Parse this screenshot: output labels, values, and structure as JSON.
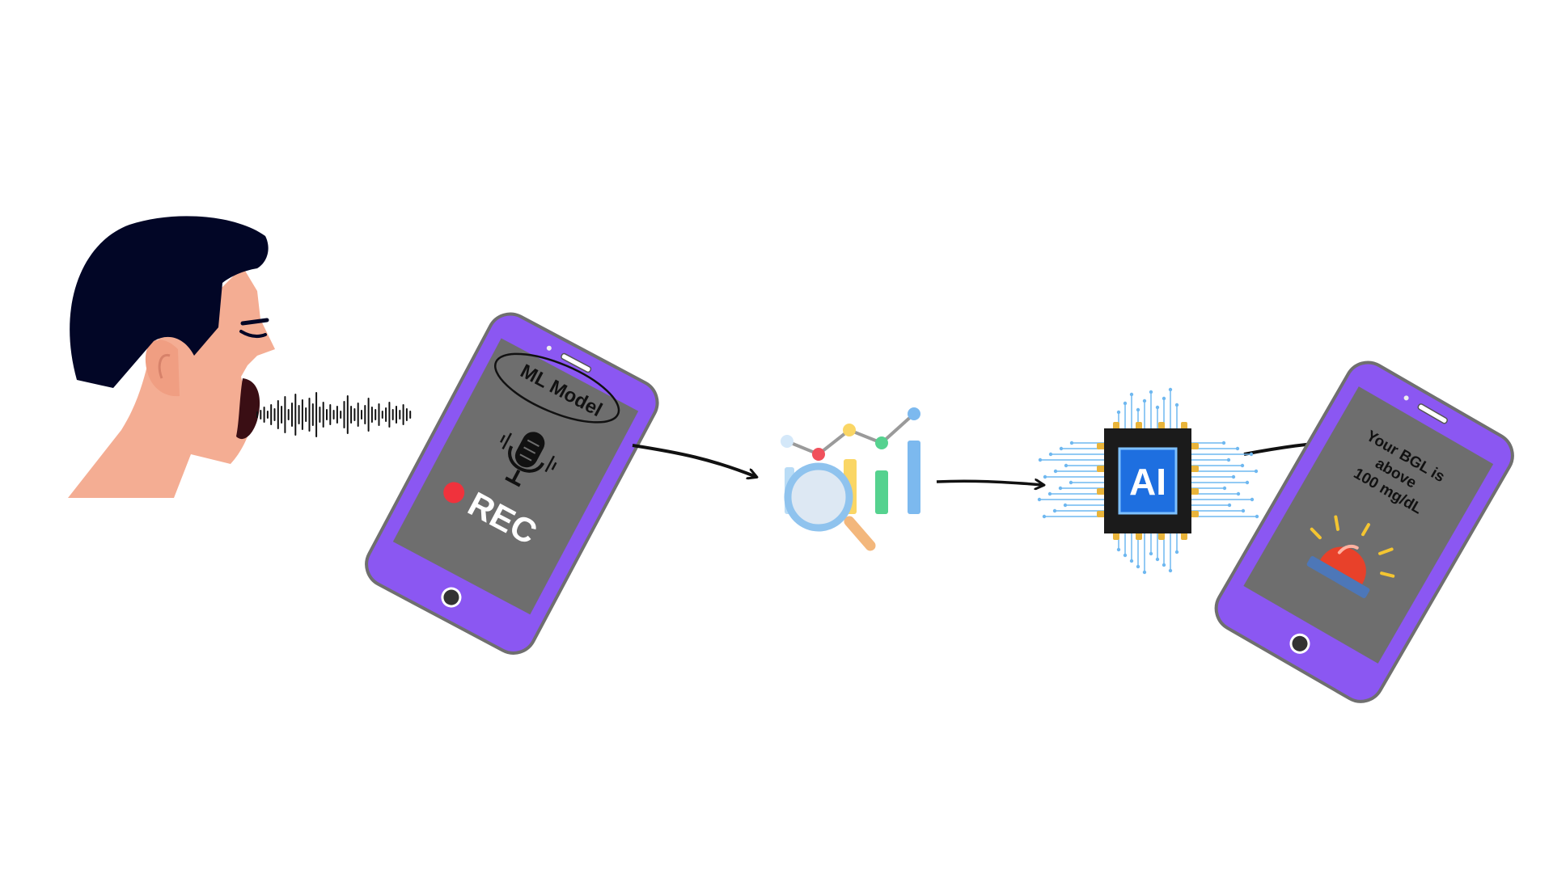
{
  "phone_input": {
    "title": "ML Model",
    "record_label": "REC",
    "icon": "microphone-icon"
  },
  "analytics": {
    "icon": "data-analysis-icon"
  },
  "ai_chip": {
    "label": "AI",
    "icon": "ai-chip-icon"
  },
  "phone_output": {
    "message_lines": [
      "Your BGL is",
      "above",
      "100 mg/dL"
    ],
    "icon": "alarm-siren-icon"
  },
  "colors": {
    "phone_frame": "#8B57F2",
    "phone_screen": "#6E6E6E",
    "hair": "#020626",
    "skin": "#F4AD93",
    "rec_dot": "#F0323C",
    "chip_blue": "#1E6FE0",
    "chip_pin": "#E9B43A"
  }
}
